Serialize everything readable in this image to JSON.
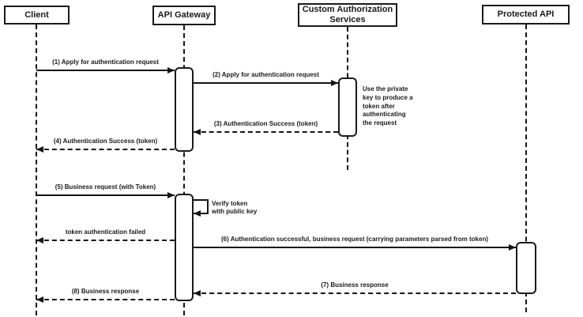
{
  "participants": {
    "client": "Client",
    "gateway": "API Gateway",
    "auth": "Custom Authorization Services",
    "protected": "Protected API"
  },
  "messages": {
    "m1": "(1) Apply for authentication request",
    "m2": "(2) Apply for authentication request",
    "m3": "(3) Authentication Success (token)",
    "m4": "(4) Authentication Success (token)",
    "m5": "(5) Business request (with Token)",
    "self": "Verify token\nwith public key",
    "fail": "token authentication failed",
    "m6": "(6) Authentication successful, business request (carrying parameters parsed from token)",
    "m7": "(7) Business response",
    "m8": "(8) Business response"
  },
  "notes": {
    "private_key": "Use the private\nkey to produce a\ntoken after\nauthenticating\nthe request"
  },
  "colors": {
    "line": "#141414",
    "background": "#ffffff"
  }
}
